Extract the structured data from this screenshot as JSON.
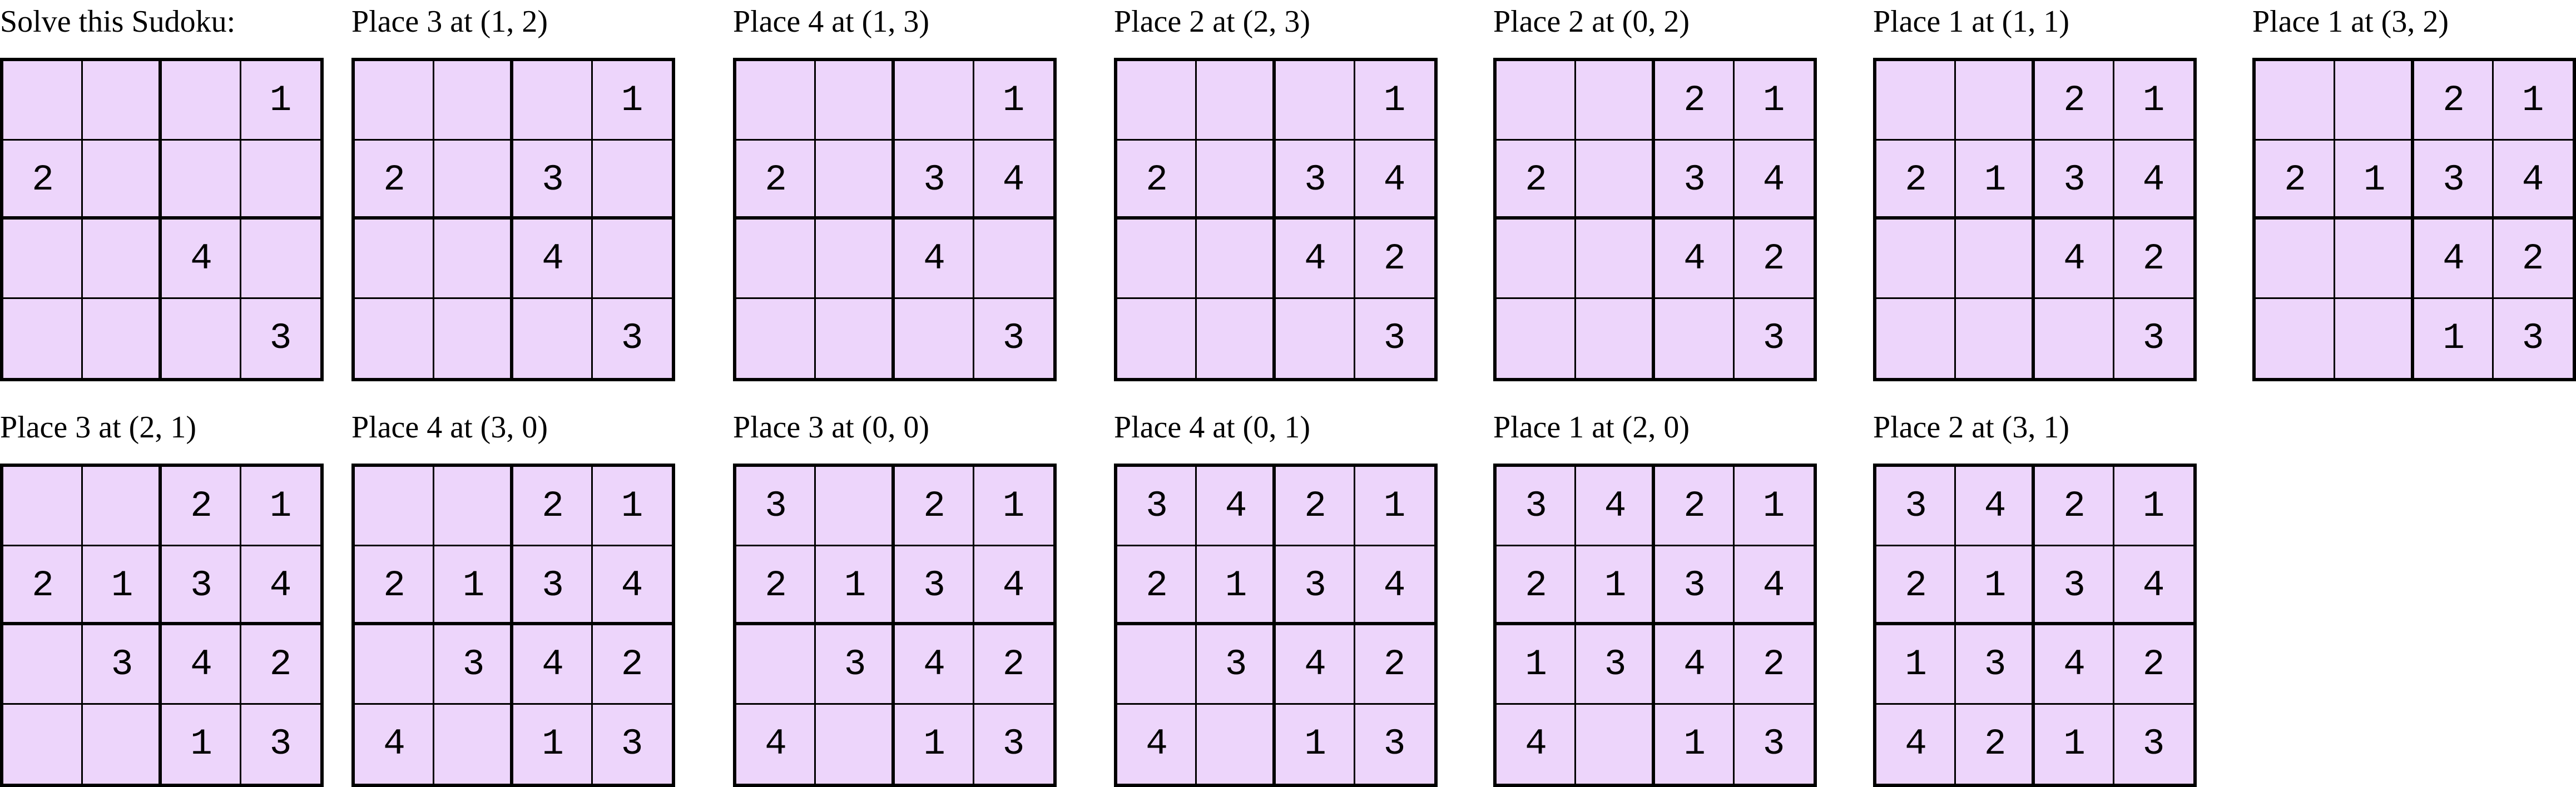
{
  "panels": [
    {
      "title": "Solve this Sudoku:",
      "grid": [
        "   1",
        "2   ",
        "  4 ",
        "   3"
      ]
    },
    {
      "title": "Place 3 at (1, 2)",
      "grid": [
        "   1",
        "2 3 ",
        "  4 ",
        "   3"
      ]
    },
    {
      "title": "Place 4 at (1, 3)",
      "grid": [
        "   1",
        "2 34",
        "  4 ",
        "   3"
      ]
    },
    {
      "title": "Place 2 at (2, 3)",
      "grid": [
        "   1",
        "2 34",
        "  42",
        "   3"
      ]
    },
    {
      "title": "Place 2 at (0, 2)",
      "grid": [
        "  21",
        "2 34",
        "  42",
        "   3"
      ]
    },
    {
      "title": "Place 1 at (1, 1)",
      "grid": [
        "  21",
        "2134",
        "  42",
        "   3"
      ]
    },
    {
      "title": "Place 1 at (3, 2)",
      "grid": [
        "  21",
        "2134",
        "  42",
        "  13"
      ]
    },
    {
      "title": "Place 3 at (2, 1)",
      "grid": [
        "  21",
        "2134",
        " 342",
        "  13"
      ]
    },
    {
      "title": "Place 4 at (3, 0)",
      "grid": [
        "  21",
        "2134",
        " 342",
        "4 13"
      ]
    },
    {
      "title": "Place 3 at (0, 0)",
      "grid": [
        "3 21",
        "2134",
        " 342",
        "4 13"
      ]
    },
    {
      "title": "Place 4 at (0, 1)",
      "grid": [
        "3421",
        "2134",
        " 342",
        "4 13"
      ]
    },
    {
      "title": "Place 1 at (2, 0)",
      "grid": [
        "3421",
        "2134",
        "1342",
        "4 13"
      ]
    },
    {
      "title": "Place 2 at (3, 1)",
      "grid": [
        "3421",
        "2134",
        "1342",
        "4213"
      ]
    }
  ],
  "colors": {
    "cell_fill": "#edd5fb",
    "lines": "#000000"
  }
}
